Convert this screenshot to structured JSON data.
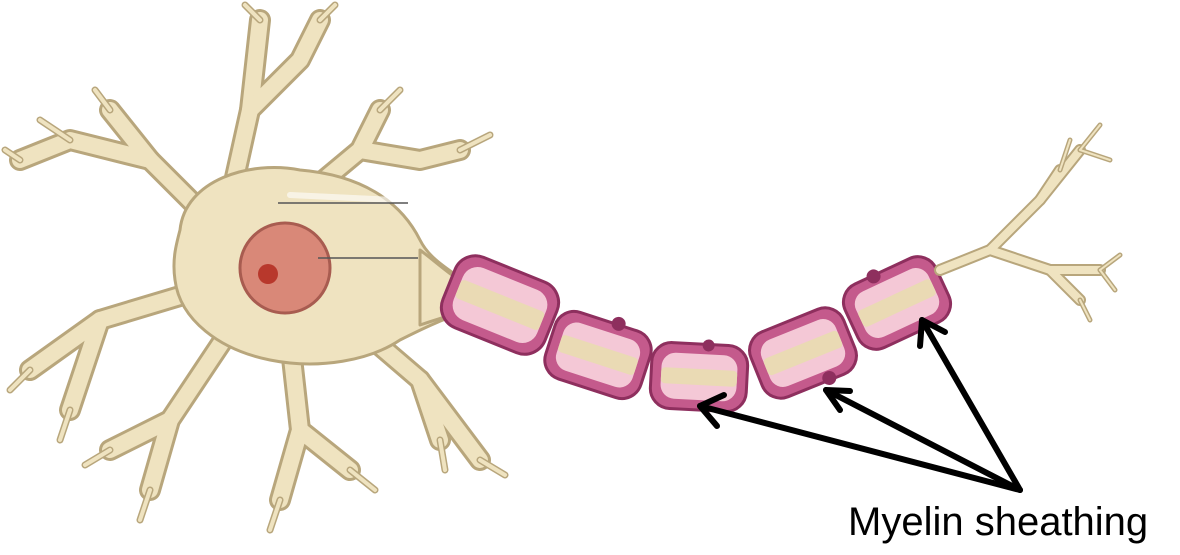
{
  "diagram": {
    "label": "Myelin sheathing",
    "colors": {
      "cell_body": "#efe3c0",
      "cell_outline": "#b8a67c",
      "nucleus": "#d98878",
      "nucleolus": "#b8382c",
      "myelin_outer": "#c45a8c",
      "myelin_inner": "#f4c8d6",
      "arrow": "#000000"
    },
    "parts": [
      "dendrites",
      "cell-body",
      "nucleus",
      "axon",
      "myelin-sheath-segments",
      "axon-terminal"
    ]
  }
}
